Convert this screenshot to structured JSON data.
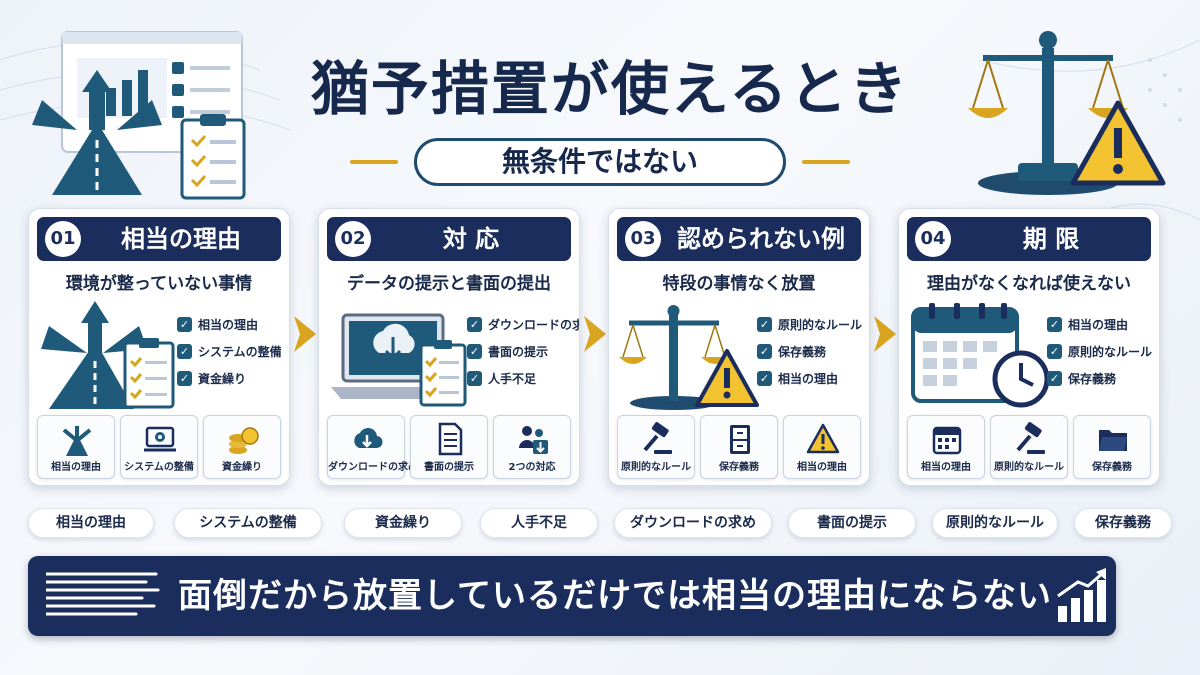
{
  "title": "猶予措置が使えるとき",
  "subtitle": "無条件ではない",
  "colors": {
    "navy": "#1a2d5c",
    "teal": "#1f5a7a",
    "gold": "#d9a521",
    "warning": "#f2c230"
  },
  "cards": [
    {
      "num": "01",
      "title": "相当の理由",
      "subtitle": "環境が整っていない事情",
      "checks": [
        "相当の理由",
        "システムの整備",
        "資金繰り"
      ],
      "tiles": [
        {
          "label": "相当の理由",
          "icon": "road-fork-icon"
        },
        {
          "label": "システムの整備",
          "icon": "laptop-gear-icon"
        },
        {
          "label": "資金繰り",
          "icon": "coins-icon"
        }
      ]
    },
    {
      "num": "02",
      "title": "対 応",
      "subtitle": "データの提示と書面の提出",
      "checks": [
        "ダウンロードの求め",
        "書面の提示",
        "人手不足"
      ],
      "tiles": [
        {
          "label": "ダウンロードの求め",
          "icon": "cloud-download-icon"
        },
        {
          "label": "書面の提示",
          "icon": "document-icon"
        },
        {
          "label": "2つの対応",
          "icon": "people-icon"
        }
      ]
    },
    {
      "num": "03",
      "title": "認められない例",
      "subtitle": "特段の事情なく放置",
      "checks": [
        "原則的なルール",
        "保存義務",
        "相当の理由"
      ],
      "tiles": [
        {
          "label": "原則的なルール",
          "icon": "gavel-icon"
        },
        {
          "label": "保存義務",
          "icon": "cabinet-icon"
        },
        {
          "label": "相当の理由",
          "icon": "warning-icon"
        }
      ]
    },
    {
      "num": "04",
      "title": "期 限",
      "subtitle": "理由がなくなれば使えない",
      "checks": [
        "相当の理由",
        "原則的なルール",
        "保存義務"
      ],
      "tiles": [
        {
          "label": "相当の理由",
          "icon": "calendar-icon"
        },
        {
          "label": "原則的なルール",
          "icon": "gavel-icon"
        },
        {
          "label": "保存義務",
          "icon": "folder-icon"
        }
      ]
    }
  ],
  "tags": [
    "相当の理由",
    "システムの整備",
    "資金繰り",
    "人手不足",
    "ダウンロードの求め",
    "書面の提示",
    "原則的なルール",
    "保存義務"
  ],
  "banner": "面倒だから放置しているだけでは相当の理由にならない"
}
